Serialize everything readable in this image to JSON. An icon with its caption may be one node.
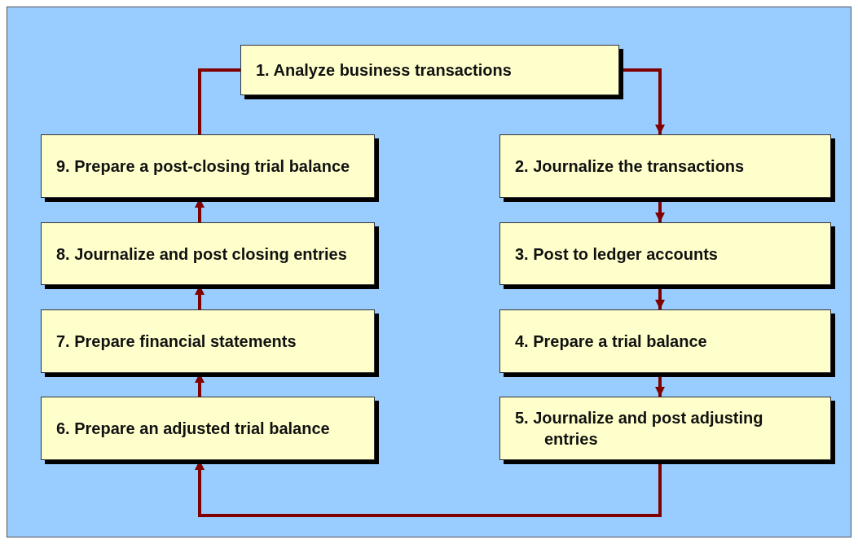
{
  "diagram": {
    "nodes": [
      {
        "text": [
          "1. Analyze business transactions"
        ]
      },
      {
        "text": [
          "2. Journalize the transactions"
        ]
      },
      {
        "text": [
          "3. Post to ledger accounts"
        ]
      },
      {
        "text": [
          "4. Prepare a trial balance"
        ]
      },
      {
        "text": [
          "5. Journalize and post adjusting entries"
        ]
      },
      {
        "text": [
          "6. Prepare an adjusted trial balance"
        ]
      },
      {
        "text": [
          "7. Prepare financial statements"
        ]
      },
      {
        "text": [
          "8. Journalize and post closing entries"
        ]
      },
      {
        "text": [
          "9. Prepare a post-closing trial balance"
        ]
      }
    ],
    "edges": [
      {
        "from": 0,
        "to": 1,
        "arrow": "to"
      },
      {
        "from": 1,
        "to": 2,
        "arrow": "to"
      },
      {
        "from": 2,
        "to": 3,
        "arrow": "to"
      },
      {
        "from": 3,
        "to": 4,
        "arrow": "to"
      },
      {
        "from": 4,
        "to": 5,
        "arrow": "to"
      },
      {
        "from": 5,
        "to": 6,
        "arrow": "to"
      },
      {
        "from": 6,
        "to": 7,
        "arrow": "to"
      },
      {
        "from": 7,
        "to": 8,
        "arrow": "to"
      },
      {
        "from": 8,
        "to": 0,
        "arrow": "none"
      }
    ]
  }
}
